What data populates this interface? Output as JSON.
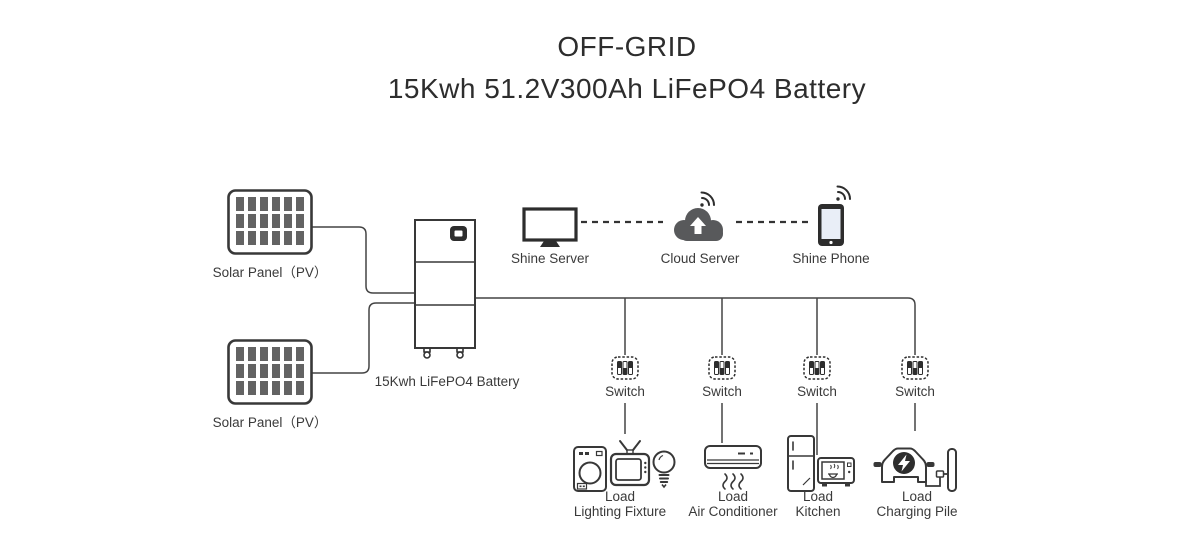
{
  "title": {
    "line1": "OFF-GRID",
    "line2": "15Kwh 51.2V300Ah LiFePO4 Battery"
  },
  "colors": {
    "line": "#444444",
    "icon_stroke": "#383838",
    "cloud_fill": "#58595b",
    "solar_cell_fill": "#636363",
    "phone_screen": "#e9eef7",
    "text": "#3a3a3a",
    "background": "#ffffff"
  },
  "nodes": {
    "solar_panel_top": {
      "label": "Solar Panel（PV）"
    },
    "solar_panel_bottom": {
      "label": "Solar Panel（PV）"
    },
    "battery": {
      "label": "15Kwh LiFePO4 Battery"
    },
    "shine_server": {
      "label": "Shine Server"
    },
    "cloud_server": {
      "label": "Cloud Server"
    },
    "shine_phone": {
      "label": "Shine Phone"
    },
    "switches": [
      {
        "label": "Switch"
      },
      {
        "label": "Switch"
      },
      {
        "label": "Switch"
      },
      {
        "label": "Switch"
      }
    ],
    "loads": [
      {
        "line1": "Load",
        "line2": "Lighting Fixture"
      },
      {
        "line1": "Load",
        "line2": "Air Conditioner"
      },
      {
        "line1": "Load",
        "line2": "Kitchen"
      },
      {
        "line1": "Load",
        "line2": "Charging Pile"
      }
    ]
  }
}
